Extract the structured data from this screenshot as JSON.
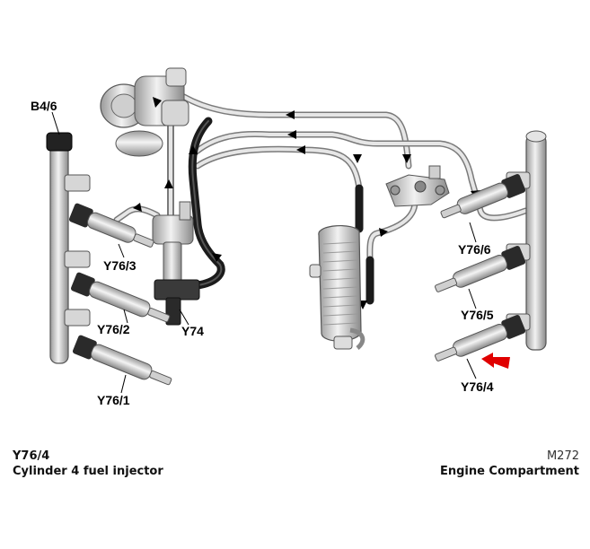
{
  "diagram": {
    "labels": {
      "b4_6": "B4/6",
      "y74": "Y74",
      "y76_1": "Y76/1",
      "y76_2": "Y76/2",
      "y76_3": "Y76/3",
      "y76_4": "Y76/4",
      "y76_5": "Y76/5",
      "y76_6": "Y76/6"
    },
    "highlight_color": "#e00000"
  },
  "caption": {
    "component_code": "Y76/4",
    "component_name": "Cylinder 4 fuel injector",
    "model": "M272",
    "location": "Engine Compartment"
  }
}
